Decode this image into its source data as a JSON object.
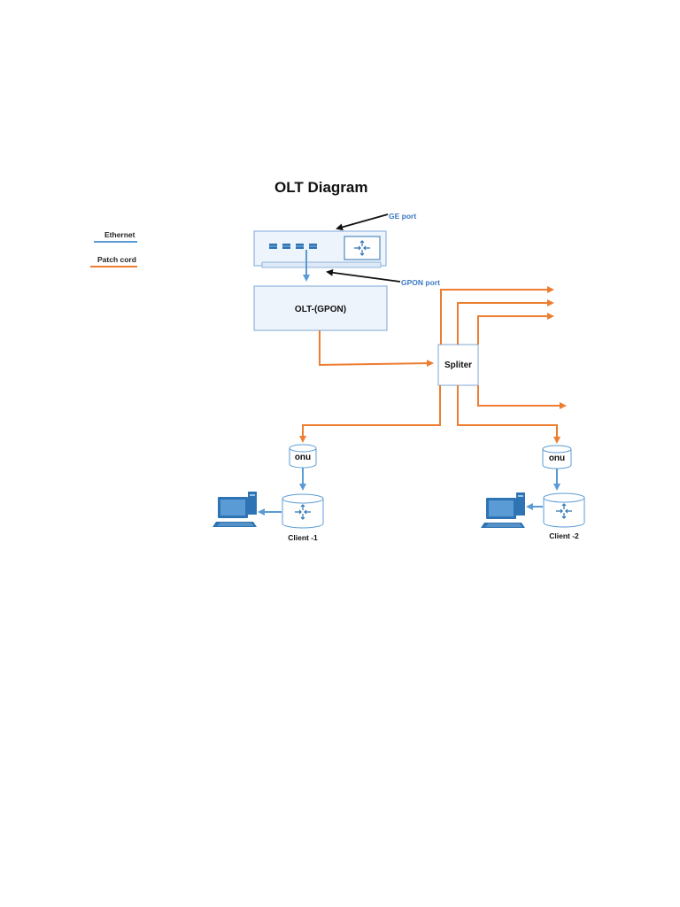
{
  "title": "OLT Diagram",
  "legend": {
    "ethernet_label": "Ethernet",
    "patch_label": "Patch cord"
  },
  "colors": {
    "ethernet": "#5b9bd5",
    "patch_cord": "#ed7d31"
  },
  "switch": {
    "ge_port_label": "GE port",
    "gpon_port_label": "GPON port"
  },
  "olt": {
    "label": "OLT-(GPON)"
  },
  "splitter": {
    "label": "Spliter"
  },
  "clients": [
    {
      "onu_label": "onu",
      "label": "Client -1"
    },
    {
      "onu_label": "onu",
      "label": "Client -2"
    }
  ]
}
